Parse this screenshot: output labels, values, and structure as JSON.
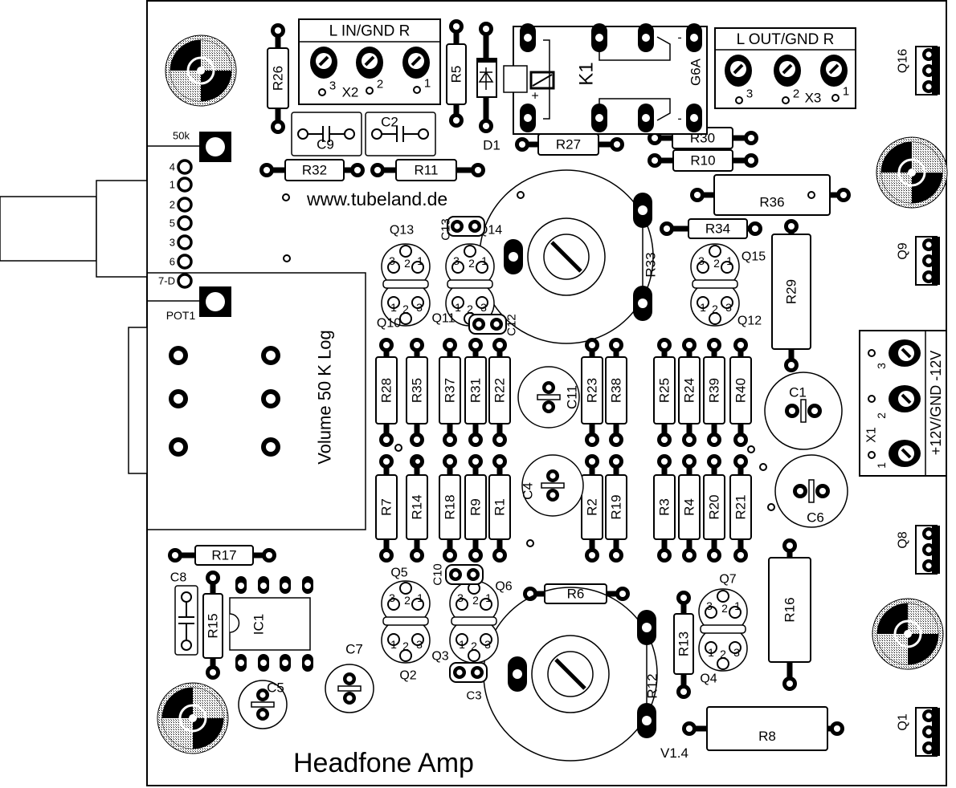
{
  "board": {
    "title": "Headfone Amp",
    "website": "www.tubeland.de",
    "version": "V1.4",
    "colors": {
      "ink": "#000000",
      "paper": "#ffffff",
      "hatch": "#bdbdbd"
    }
  },
  "resistors_vertical": [
    "R26",
    "R5",
    "R28",
    "R35",
    "R37",
    "R31",
    "R22",
    "R23",
    "R38",
    "R25",
    "R24",
    "R39",
    "R40",
    "R7",
    "R14",
    "R18",
    "R9",
    "R1",
    "R2",
    "R19",
    "R3",
    "R4",
    "R20",
    "R21",
    "R15",
    "R13",
    "R29",
    "R16"
  ],
  "resistors_horizontal": [
    "R32",
    "R11",
    "R27",
    "R30",
    "R10",
    "R36",
    "R34",
    "R17",
    "R6",
    "R8"
  ],
  "trimmers": [
    "R33",
    "R12"
  ],
  "transistor_pairs": [
    {
      "top": "Q13",
      "bottom": "Q10"
    },
    {
      "top": "Q14",
      "bottom": "Q11"
    },
    {
      "top": "Q15",
      "bottom": "Q12"
    },
    {
      "top": "Q5",
      "bottom": "Q2"
    },
    {
      "top": "Q6",
      "bottom": "Q3"
    },
    {
      "top": "Q7",
      "bottom": "Q4"
    }
  ],
  "pin_numbers": [
    "1",
    "2",
    "3"
  ],
  "power_transistors": [
    "Q16",
    "Q9",
    "Q8",
    "Q1"
  ],
  "film_caps": [
    "C9",
    "C2"
  ],
  "small_caps": [
    "C13",
    "C12",
    "C10",
    "C3"
  ],
  "electrolytics": [
    "C11",
    "C4",
    "C1",
    "C6",
    "C7",
    "C5"
  ],
  "c8": "C8",
  "input_terminal": {
    "header": "L  IN/GND   R",
    "name": "X2",
    "pins": [
      "3",
      "2",
      "1"
    ]
  },
  "output_terminal": {
    "header": "L  OUT/GND  R",
    "name": "X3",
    "pins": [
      "3",
      "2",
      "1"
    ]
  },
  "power_terminal": {
    "header": "+12V/GND -12V",
    "name": "X1",
    "pins": [
      "1",
      "2",
      "3"
    ]
  },
  "relay": {
    "name": "K1",
    "type": "G6A",
    "plus": "+",
    "minus": "-"
  },
  "diode": "D1",
  "ic": "IC1",
  "pot": {
    "name": "POT1",
    "value": "50k",
    "label": "Volume 50 K Log",
    "pins": [
      "4",
      "1",
      "2",
      "5",
      "3",
      "6",
      "7-D"
    ]
  }
}
